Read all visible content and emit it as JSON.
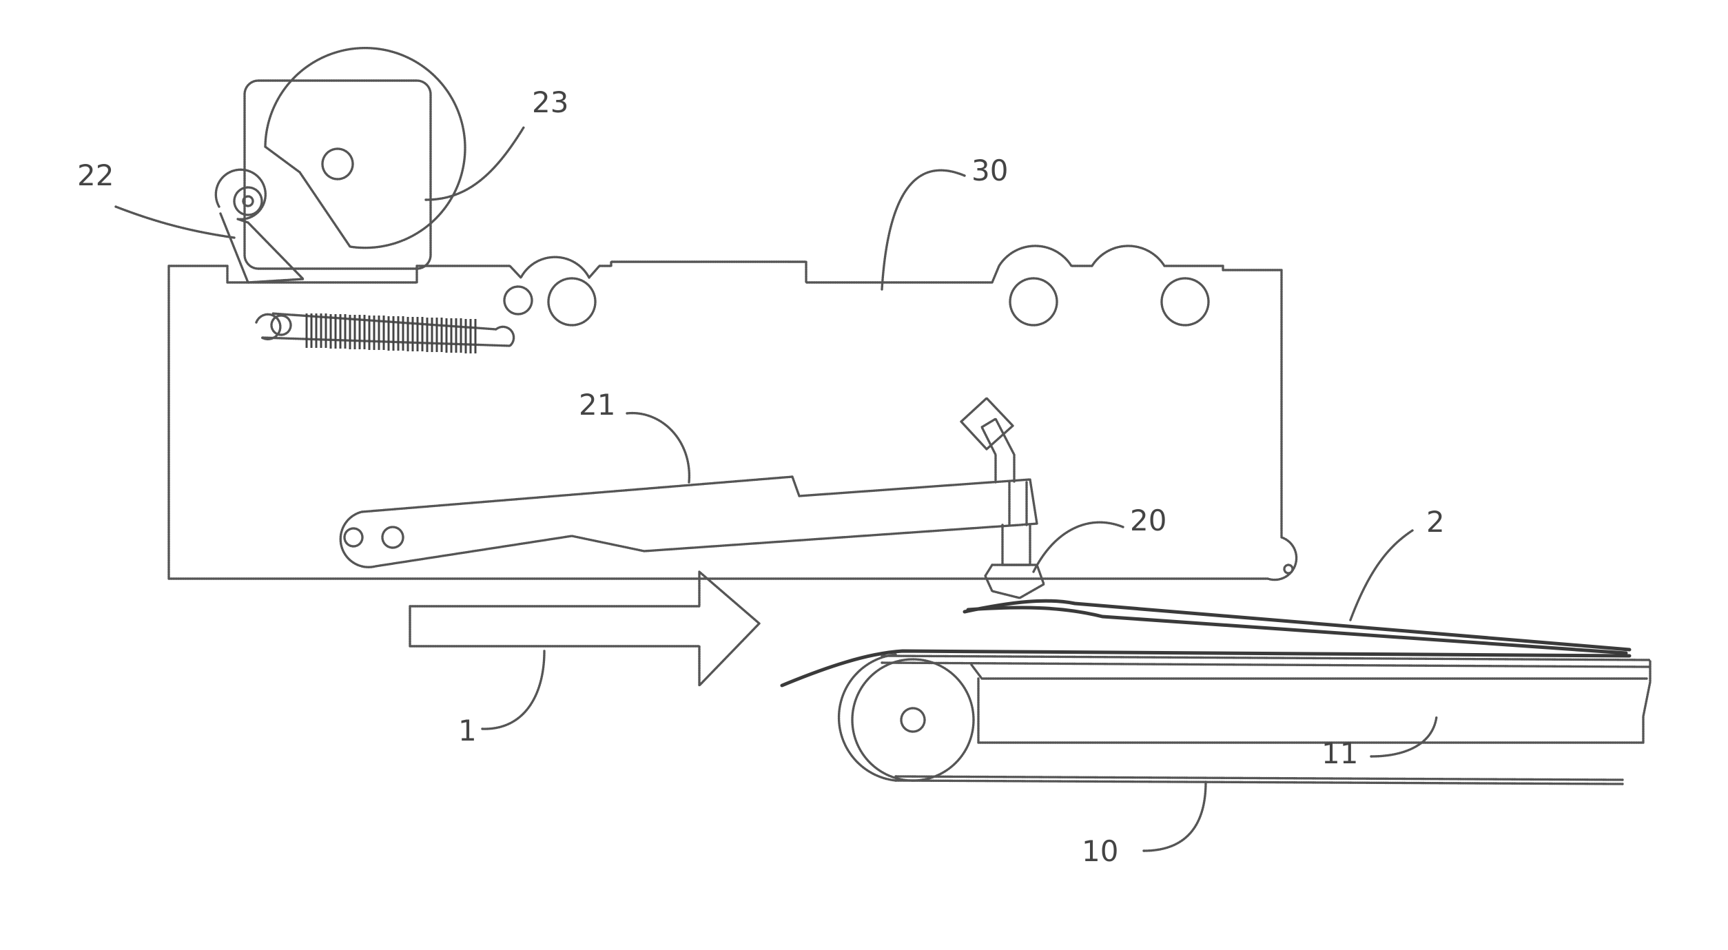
{
  "figure": {
    "labels": {
      "arrow": "1",
      "sheet": "2",
      "belt": "10",
      "support_frame": "11",
      "feeler_tip": "20",
      "lever_arm": "21",
      "link": "22",
      "cam": "23",
      "carriage": "30"
    }
  }
}
